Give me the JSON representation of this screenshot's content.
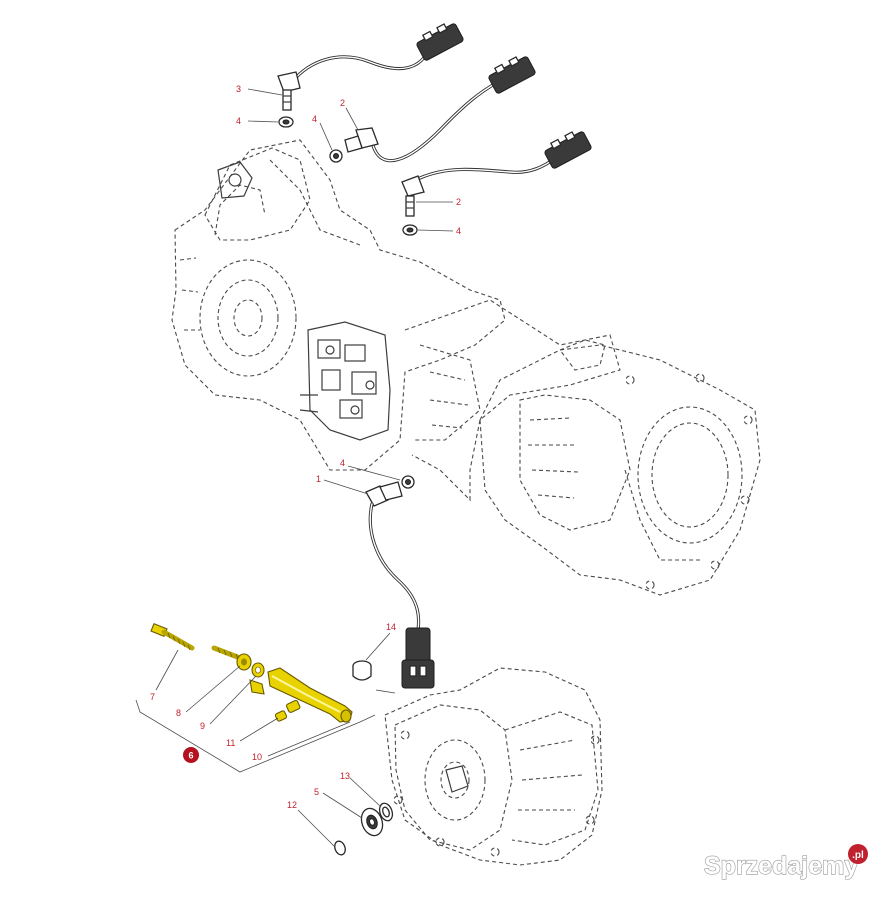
{
  "callouts": [
    {
      "id": "c3a",
      "text": "3"
    },
    {
      "id": "c4a",
      "text": "4"
    },
    {
      "id": "c4b",
      "text": "4"
    },
    {
      "id": "c2a",
      "text": "2"
    },
    {
      "id": "c2b",
      "text": "2"
    },
    {
      "id": "c4c",
      "text": "4"
    },
    {
      "id": "c4d",
      "text": "4"
    },
    {
      "id": "c1",
      "text": "1"
    },
    {
      "id": "c14",
      "text": "14"
    },
    {
      "id": "c7",
      "text": "7"
    },
    {
      "id": "c8",
      "text": "8"
    },
    {
      "id": "c9",
      "text": "9"
    },
    {
      "id": "c11",
      "text": "11"
    },
    {
      "id": "c10",
      "text": "10"
    },
    {
      "id": "c6",
      "text": "6"
    },
    {
      "id": "c5",
      "text": "5"
    },
    {
      "id": "c13",
      "text": "13"
    },
    {
      "id": "c12",
      "text": "12"
    }
  ],
  "colors": {
    "callout_text": "#c0212e",
    "group_badge": "#b5101e",
    "highlight_part": "#e8d200",
    "outline": "#4a4a4a"
  },
  "watermark": {
    "text": "Sprzedajemy",
    "badge": ".pl"
  }
}
